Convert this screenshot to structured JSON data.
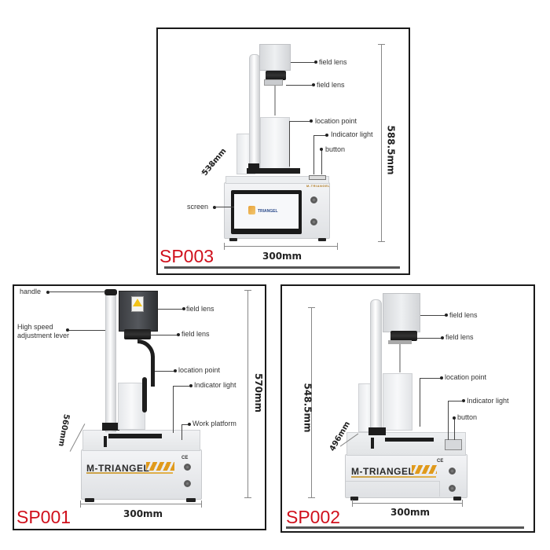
{
  "panels": {
    "sp003": {
      "model": "SP003",
      "labels": {
        "field_lens_1": "field lens",
        "field_lens_2": "field lens",
        "location_point": "location point",
        "indicator_light": "Indicator light",
        "button": "button",
        "screen": "screen"
      },
      "dimensions": {
        "height": "588.5mm",
        "depth": "538mm",
        "width": "300mm"
      },
      "screen_brand": "TRIANGEL",
      "front_brand": "M-TRIANGEL"
    },
    "sp001": {
      "model": "SP001",
      "labels": {
        "handle": "handle",
        "lever_line1": "High speed",
        "lever_line2": "adjustment lever",
        "field_lens_1": "field lens",
        "field_lens_2": "field lens",
        "location_point": "location point",
        "indicator_light": "Indicator light",
        "work_platform": "Work platform"
      },
      "dimensions": {
        "height": "570mm",
        "depth": "560mm",
        "width": "300mm"
      },
      "brand": "M-TRIANGEL",
      "ce_mark": "CE"
    },
    "sp002": {
      "model": "SP002",
      "labels": {
        "field_lens_1": "field lens",
        "field_lens_2": "field lens",
        "location_point": "location point",
        "indicator_light": "Indicator light",
        "button": "button"
      },
      "dimensions": {
        "height": "548.5mm",
        "depth": "496mm",
        "width": "300mm"
      },
      "brand": "M-TRIANGEL",
      "ce_mark": "CE"
    }
  },
  "colors": {
    "model_label": "#d0101c",
    "frame": "#1a1a1a",
    "brand_stripes": "#e09a1c"
  }
}
